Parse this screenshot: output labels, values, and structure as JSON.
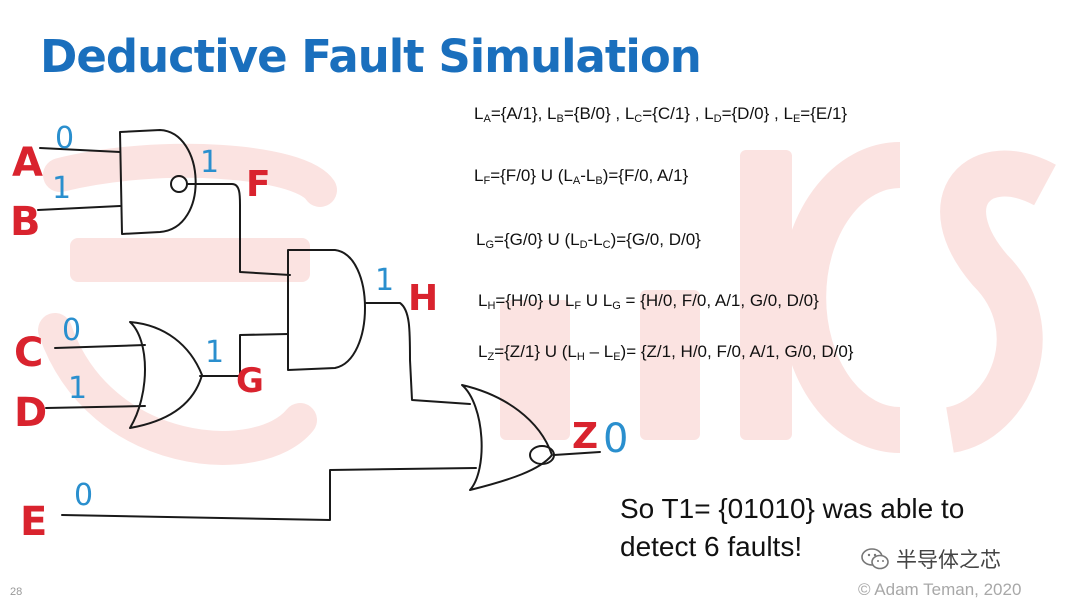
{
  "slide": {
    "title": "Deductive Fault Simulation",
    "number": "28",
    "copyright": "© Adam Teman, 2020",
    "colors": {
      "title": "#1a6fbd",
      "signal_label": "#d9232e",
      "logic_value": "#2a8fce",
      "watermark": "#fbe3e1"
    }
  },
  "watermark": {
    "text": "EnICS"
  },
  "circuit": {
    "inputs": [
      {
        "name": "A",
        "value": "0"
      },
      {
        "name": "B",
        "value": "1"
      },
      {
        "name": "C",
        "value": "0"
      },
      {
        "name": "D",
        "value": "1"
      },
      {
        "name": "E",
        "value": "0"
      }
    ],
    "internal": [
      {
        "name": "F",
        "value": "1"
      },
      {
        "name": "G",
        "value": "1"
      },
      {
        "name": "H",
        "value": "1"
      }
    ],
    "output": {
      "name": "Z",
      "value": "0"
    }
  },
  "equations": [
    {
      "parts": [
        [
          "L",
          ""
        ],
        [
          "A",
          "sub"
        ],
        [
          "={A/1}, L",
          ""
        ],
        [
          "B",
          "sub"
        ],
        [
          "={B/0} , L",
          ""
        ],
        [
          "C",
          "sub"
        ],
        [
          "={C/1} , L",
          ""
        ],
        [
          "D",
          "sub"
        ],
        [
          "={D/0} , L",
          ""
        ],
        [
          "E",
          "sub"
        ],
        [
          "={E/1}",
          ""
        ]
      ]
    },
    {
      "parts": [
        [
          "L",
          ""
        ],
        [
          "F",
          "sub"
        ],
        [
          "={F/0} U (L",
          ""
        ],
        [
          "A",
          "sub"
        ],
        [
          "-L",
          ""
        ],
        [
          "B",
          "sub"
        ],
        [
          ")={F/0, A/1}",
          ""
        ]
      ]
    },
    {
      "parts": [
        [
          "L",
          ""
        ],
        [
          "G",
          "sub"
        ],
        [
          "={G/0} U (L",
          ""
        ],
        [
          "D",
          "sub"
        ],
        [
          "-L",
          ""
        ],
        [
          "C",
          "sub"
        ],
        [
          ")={G/0, D/0}",
          ""
        ]
      ]
    },
    {
      "parts": [
        [
          "L",
          ""
        ],
        [
          "H",
          "sub"
        ],
        [
          "={H/0} U L",
          ""
        ],
        [
          "F",
          "sub"
        ],
        [
          " U L",
          ""
        ],
        [
          "G",
          "sub"
        ],
        [
          " = {H/0, F/0, A/1, G/0, D/0}",
          ""
        ]
      ]
    },
    {
      "parts": [
        [
          "L",
          ""
        ],
        [
          "Z",
          "sub"
        ],
        [
          "={Z/1} U (L",
          ""
        ],
        [
          "H",
          "sub"
        ],
        [
          " – L",
          ""
        ],
        [
          "E",
          "sub"
        ],
        [
          ")= {Z/1, H/0, F/0, A/1, G/0, D/0}",
          ""
        ]
      ]
    }
  ],
  "conclusion": {
    "line1": "So T1= {01010} was able to",
    "line2": "detect 6 faults!"
  },
  "brand": {
    "wechat_label": "半导体之芯",
    "icon": "wechat-icon"
  }
}
